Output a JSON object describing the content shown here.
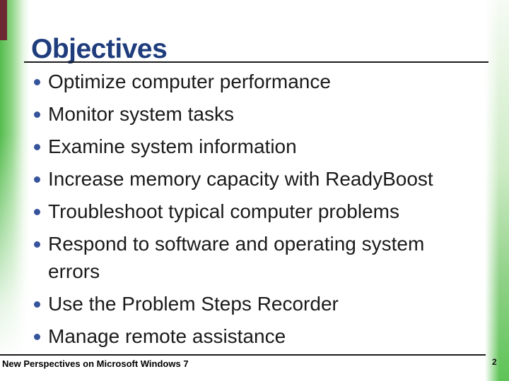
{
  "slide": {
    "title": "Objectives",
    "bullets": [
      "Optimize computer performance",
      "Monitor system tasks",
      "Examine system information",
      "Increase memory capacity with ReadyBoost",
      "Troubleshoot typical computer problems",
      "Respond to software and operating system\nerrors",
      "Use the Problem Steps Recorder",
      "Manage remote assistance"
    ],
    "footer": {
      "book_title": "New Perspectives on Microsoft Windows 7",
      "page_number": "2"
    },
    "colors": {
      "title_text": "#1f3d7d",
      "body_text": "#1a1a1a",
      "bullet_dot": "#35549b",
      "accent_green": "#54bb4d",
      "accent_maroon": "#6e2a33",
      "rule_line": "#1a1a1a"
    }
  }
}
